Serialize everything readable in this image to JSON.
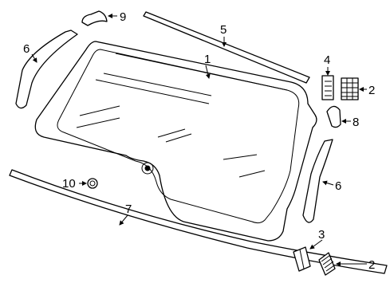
{
  "diagram": {
    "callouts": {
      "c1": "1",
      "c2_upper": "2",
      "c2_lower": "2",
      "c3": "3",
      "c4": "4",
      "c5": "5",
      "c6_left": "6",
      "c6_right": "6",
      "c7": "7",
      "c8": "8",
      "c9": "9",
      "c10": "10"
    }
  }
}
